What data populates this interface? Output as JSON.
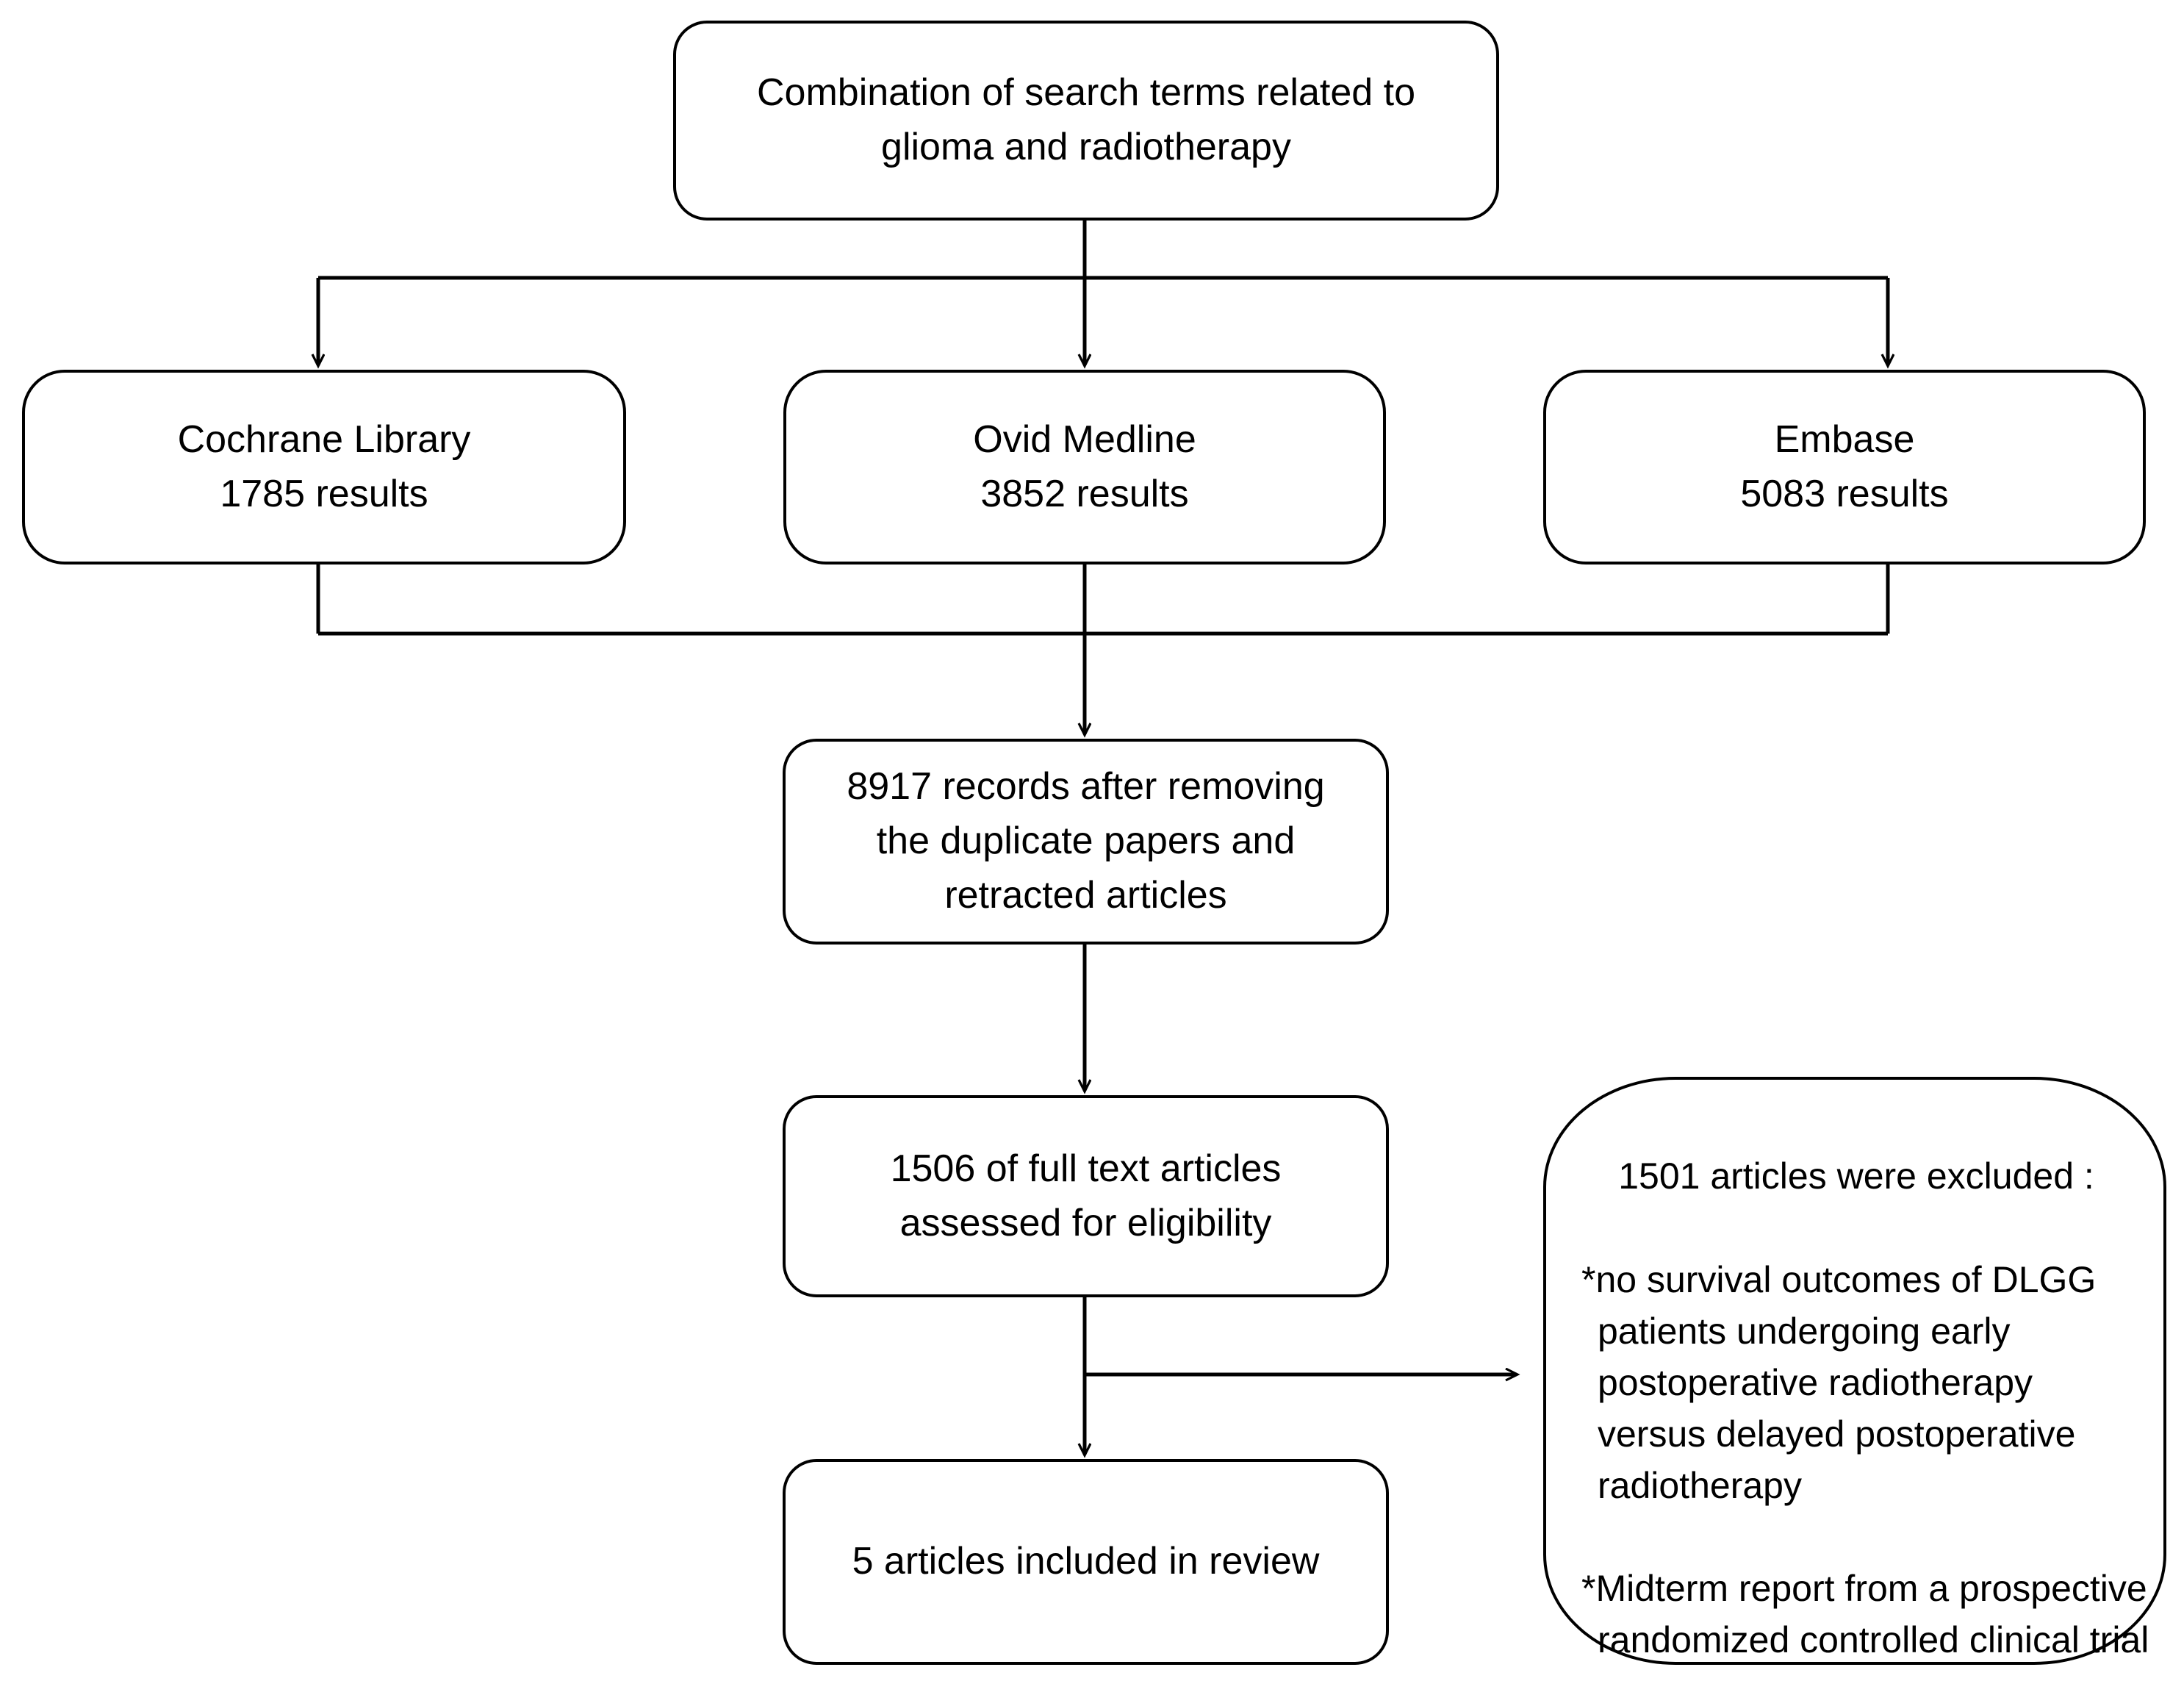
{
  "diagram": {
    "type": "prisma-flow-diagram",
    "title": "Literature search and selection flow",
    "stroke_color": "#000000",
    "background_color": "#ffffff",
    "text_color": "#000000"
  },
  "nodes": {
    "search": {
      "id": "search-terms",
      "text": "Combination of search terms related to\nglioma and radiotherapy"
    },
    "cochrane": {
      "id": "cochrane-library",
      "database": "Cochrane Library",
      "results": "1785 results",
      "text": "Cochrane Library\n1785 results"
    },
    "ovid": {
      "id": "ovid-medline",
      "database": "Ovid Medline",
      "results": "3852 results",
      "text": "Ovid Medline\n3852 results"
    },
    "embase": {
      "id": "embase",
      "database": "Embase",
      "results": "5083 results",
      "text": "Embase\n5083 results"
    },
    "records": {
      "id": "records-after-dedup",
      "count": "8917",
      "text": "8917 records after removing\nthe duplicate papers and\nretracted articles"
    },
    "fulltext": {
      "id": "full-text-assessed",
      "count": "1506",
      "text": "1506 of full text articles\nassessed for eligibility"
    },
    "included": {
      "id": "articles-included",
      "count": "5",
      "text": "5 articles included in review"
    },
    "excluded": {
      "id": "articles-excluded",
      "count": "1501",
      "heading": "1501 articles were excluded :",
      "reasons": [
        "*no survival outcomes of DLGG patients undergoing early postoperative radiotherapy versus delayed postoperative radiotherapy",
        "*Midterm report from a prospective randomized controlled clinical trial"
      ]
    }
  },
  "edges": [
    {
      "id": "search-to-cochrane",
      "from": "search",
      "to": "cochrane",
      "style": "orthogonal-arrow"
    },
    {
      "id": "search-to-ovid",
      "from": "search",
      "to": "ovid",
      "style": "straight-arrow"
    },
    {
      "id": "search-to-embase",
      "from": "search",
      "to": "embase",
      "style": "orthogonal-arrow"
    },
    {
      "id": "cochrane-to-records",
      "from": "cochrane",
      "to": "records",
      "style": "orthogonal-merge"
    },
    {
      "id": "ovid-to-records",
      "from": "ovid",
      "to": "records",
      "style": "straight-arrow"
    },
    {
      "id": "embase-to-records",
      "from": "embase",
      "to": "records",
      "style": "orthogonal-merge"
    },
    {
      "id": "records-to-fulltext",
      "from": "records",
      "to": "fulltext",
      "style": "straight-arrow"
    },
    {
      "id": "fulltext-to-included",
      "from": "fulltext",
      "to": "included",
      "style": "straight-arrow"
    },
    {
      "id": "fulltext-to-excluded",
      "from": "fulltext",
      "to": "excluded",
      "style": "side-branch-arrow"
    }
  ]
}
